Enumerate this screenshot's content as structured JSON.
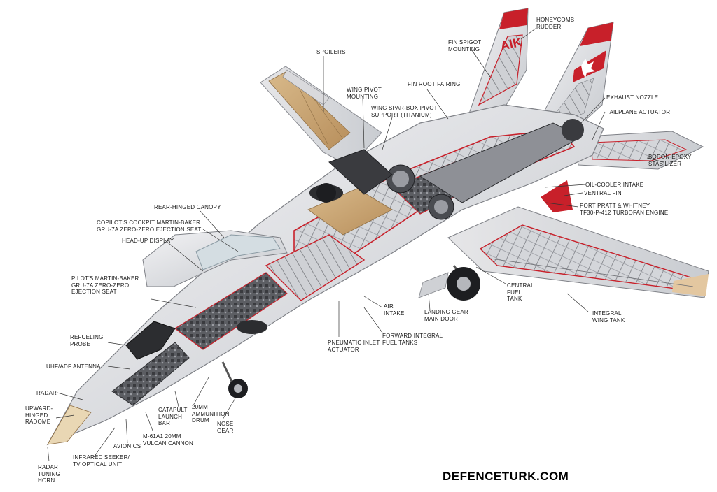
{
  "colors": {
    "skin": "#e8e8ea",
    "skin_shadow": "#b9bcc2",
    "structure": "#6d6f74",
    "dark": "#2c2d30",
    "accent_red": "#c8202a",
    "wing_tan": "#c9a878",
    "radome": "#e9d7b4",
    "canopy": "#d4dde2",
    "leader": "#333333"
  },
  "labels": {
    "honeycomb_rudder": "HONEYCOMB\nRUDDER",
    "fin_spigot": "FIN SPIGOT\nMOUNTING",
    "spoilers": "SPOILERS",
    "fin_root": "FIN ROOT FAIRING",
    "wing_pivot": "WING PIVOT\nMOUNTING",
    "wing_spar": "WING SPAR-BOX PIVOT\nSUPPORT (TITANIUM)",
    "exhaust": "EXHAUST NOZZLE",
    "tailplane_actuator": "TAILPLANE ACTUATOR",
    "boron_epoxy": "BORON-EPOXY\nSTABILIZER",
    "oil_cooler": "OIL-COOLER INTAKE",
    "ventral_fin": "VENTRAL FIN",
    "engine": "PORT PRATT & WHITNEY\nTF30-P-412 TURBOFAN ENGINE",
    "rear_canopy": "REAR-HINGED CANOPY",
    "copilot_seat": "COPILOT'S COCKPIT MARTIN-BAKER\nGRU-7A ZERO-ZERO EJECTION SEAT",
    "hud": "HEAD-UP DISPLAY",
    "pilot_seat": "PILOT'S MARTIN-BAKER\nGRU-7A ZERO-ZERO\nEJECTION SEAT",
    "central_tank": "CENTRAL\nFUEL\nTANK",
    "air_intake": "AIR\nINTAKE",
    "main_door": "LANDING GEAR\nMAIN DOOR",
    "wing_tank": "INTEGRAL\nWING TANK",
    "refuel_probe": "REFUELING\nPROBE",
    "pneumatic": "PNEUMATIC INLET\nACTUATOR",
    "fwd_tanks": "FORWARD INTEGRAL\nFUEL TANKS",
    "uhf": "UHF/ADF ANTENNA",
    "radar": "RADAR",
    "radome": "UPWARD-\nHINGED\nRADOME",
    "catapult": "CATAPULT\nLAUNCH\nBAR",
    "ammo": "20MM\nAMMUNITION\nDRUM",
    "nose_gear": "NOSE\nGEAR",
    "cannon": "M-61A1 20MM\nVULCAN CANNON",
    "avionics": "AVIONICS",
    "ir_seeker": "INFRARED SEEKER/\nTV OPTICAL UNIT",
    "tuning_horn": "RADAR\nTUNING\nHORN"
  },
  "watermark": "DEFENCETURK.COM"
}
